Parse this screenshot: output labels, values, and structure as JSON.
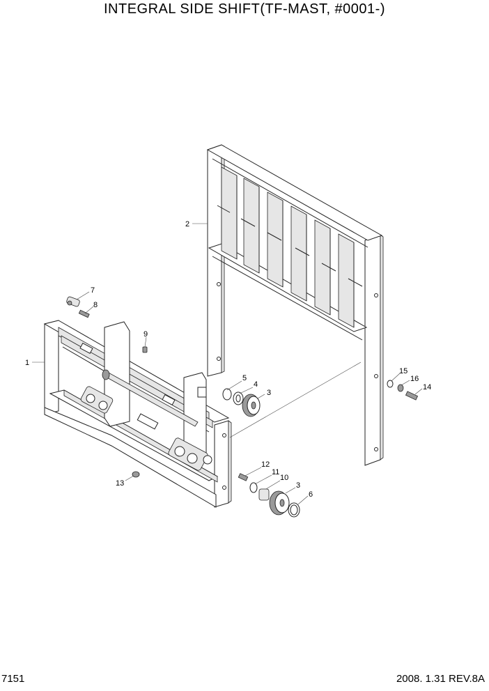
{
  "title": "INTEGRAL SIDE SHIFT(TF-MAST, #0001-)",
  "footer": {
    "page_number": "7151",
    "date_revision": "2008. 1.31  REV.8A"
  },
  "callouts": [
    "1",
    "2",
    "3",
    "4",
    "5",
    "7",
    "8",
    "9",
    "12",
    "11",
    "10",
    "3",
    "6",
    "13",
    "15",
    "16",
    "14"
  ]
}
